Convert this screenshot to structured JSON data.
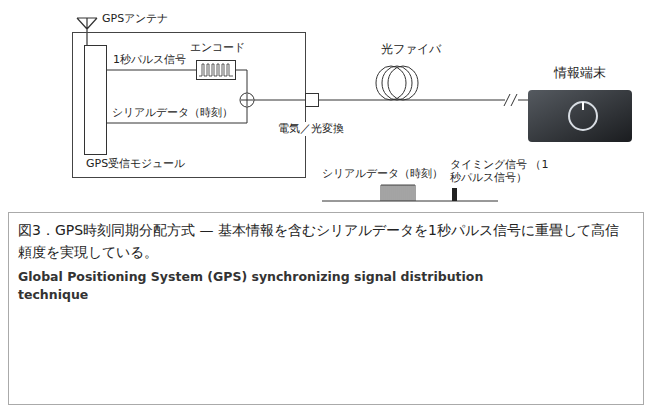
{
  "diagram": {
    "caption": "図3．GPS時刻同期分配方式 — 基本情報を含むシリアルデータを1秒パルス信号に重畳して高信頼度を実現している。",
    "nodes": [
      {
        "text": [
          "GPS受信モジュール"
        ]
      },
      {
        "text": [
          "エンコード"
        ],
        "in": 0
      },
      {
        "text": [
          "電気／光変換"
        ],
        "in": 0
      },
      {
        "text": [
          "情報端末"
        ]
      }
    ],
    "edges": [
      {
        "from": 1,
        "to": 2,
        "arrow": "none"
      },
      {
        "from": 2,
        "to": 3,
        "arrow": "none"
      }
    ],
    "labels": [
      "GPSアンテナ",
      "1秒パルス信号",
      "シリアルデータ（時刻）",
      "光ファイバ",
      "シリアルデータ（時刻）",
      "タイミング信号 （1秒パルス信号）",
      "Global Positioning System (GPS) synchronizing signal distribution technique"
    ]
  }
}
